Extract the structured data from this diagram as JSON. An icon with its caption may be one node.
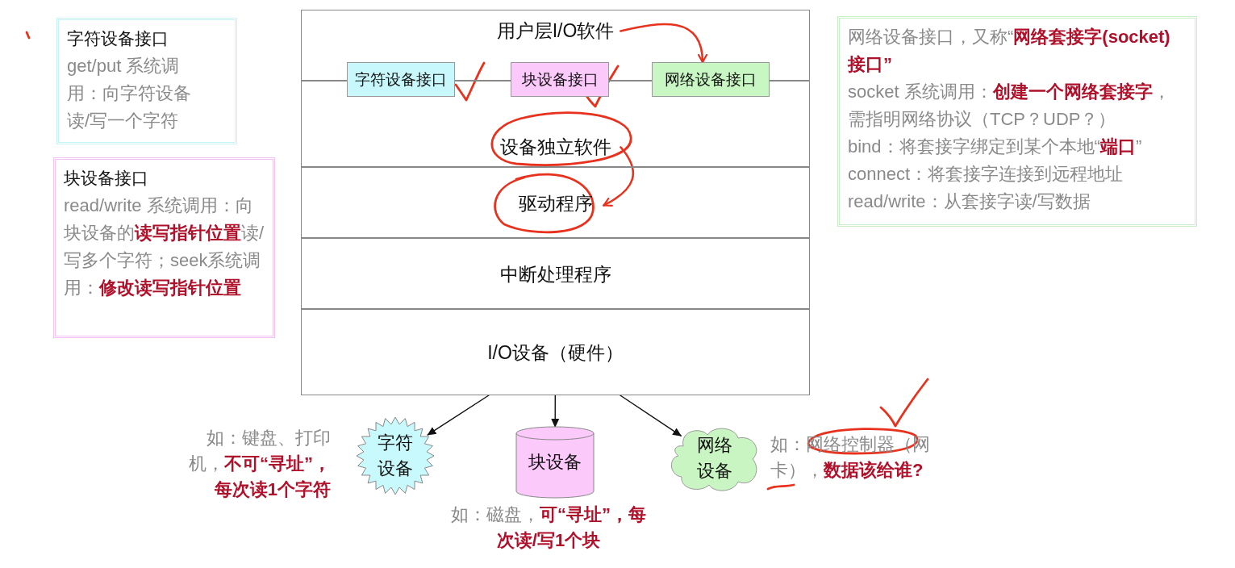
{
  "diagram": {
    "nodes": [
      {
        "text": [
          "用户层I/O软件"
        ]
      },
      {
        "text": [
          "设备独立软件"
        ]
      },
      {
        "text": [
          "驱动程序"
        ]
      },
      {
        "text": [
          "中断处理程序"
        ]
      },
      {
        "text": [
          "I/O设备（硬件）"
        ]
      },
      {
        "text": [
          "字符设备接口"
        ]
      },
      {
        "text": [
          "块设备接口"
        ]
      },
      {
        "text": [
          "网络设备接口"
        ]
      },
      {
        "text": [
          "字符设备接口",
          "get/put 系统调用：向字符设备读/写一个字符"
        ]
      },
      {
        "text": [
          "块设备接口",
          "read/write 系统调用：向块设备的**读写指针位置**读/写多个字符；seek系统调用：**修改读写指针位置**"
        ]
      },
      {
        "text": [
          "网络设备接口，又称“**网络套接字(socket)接口”**",
          "socket 系统调用：**创建一个网络套接字**，需指明网络协议（TCP？UDP？）",
          "bind：将套接字绑定到某个本地“**端口**”",
          "connect：将套接字连接到远程地址",
          "read/write：从套接字读/写数据"
        ]
      },
      {
        "text": [
          "字符设备"
        ],
        "beside": [
          "如：键盘、打印机，**不可“寻址”，每次读1个字符**"
        ]
      },
      {
        "text": [
          "块设备"
        ],
        "beside": [
          "如：磁盘，**可“寻址”，每次读/写1个块**"
        ]
      },
      {
        "text": [
          "网络设备"
        ],
        "beside": [
          "如：网络控制器（网卡），**数据该给谁?**"
        ]
      }
    ],
    "edges": [
      {
        "from": 4,
        "to": 11,
        "arrow": "to"
      },
      {
        "from": 4,
        "to": 12,
        "arrow": "to"
      },
      {
        "from": 4,
        "to": 13,
        "arrow": "to"
      },
      {
        "from": 0,
        "to": 7,
        "arrow": "to",
        "color": "#e8321e"
      },
      {
        "from": 1,
        "to": 2,
        "arrow": "to",
        "color": "#e8321e"
      }
    ]
  }
}
